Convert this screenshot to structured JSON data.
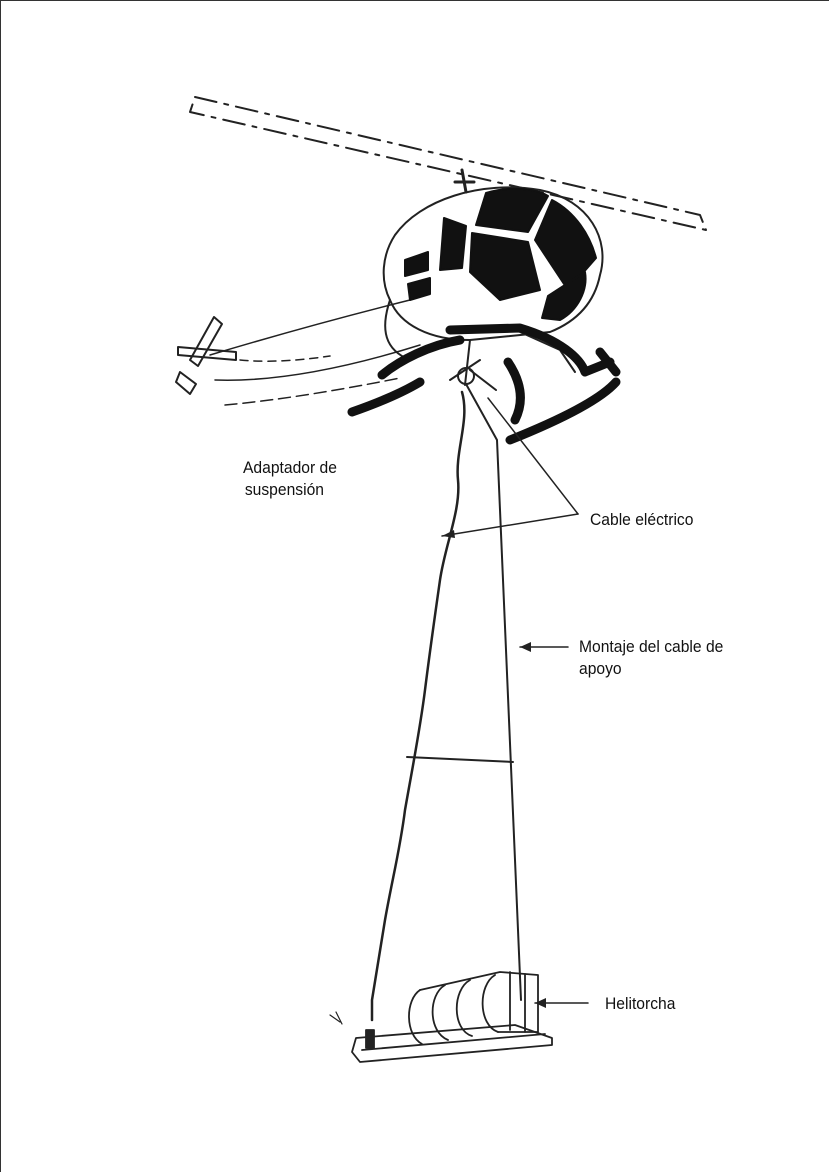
{
  "labels": {
    "adapter": {
      "line1": "Adaptador de",
      "line2": "suspensión"
    },
    "electric_cable": "Cable eléctrico",
    "support_cable": {
      "line1": "Montaje del cable de",
      "line2": "apoyo"
    },
    "helitorch": "Helitorcha"
  }
}
